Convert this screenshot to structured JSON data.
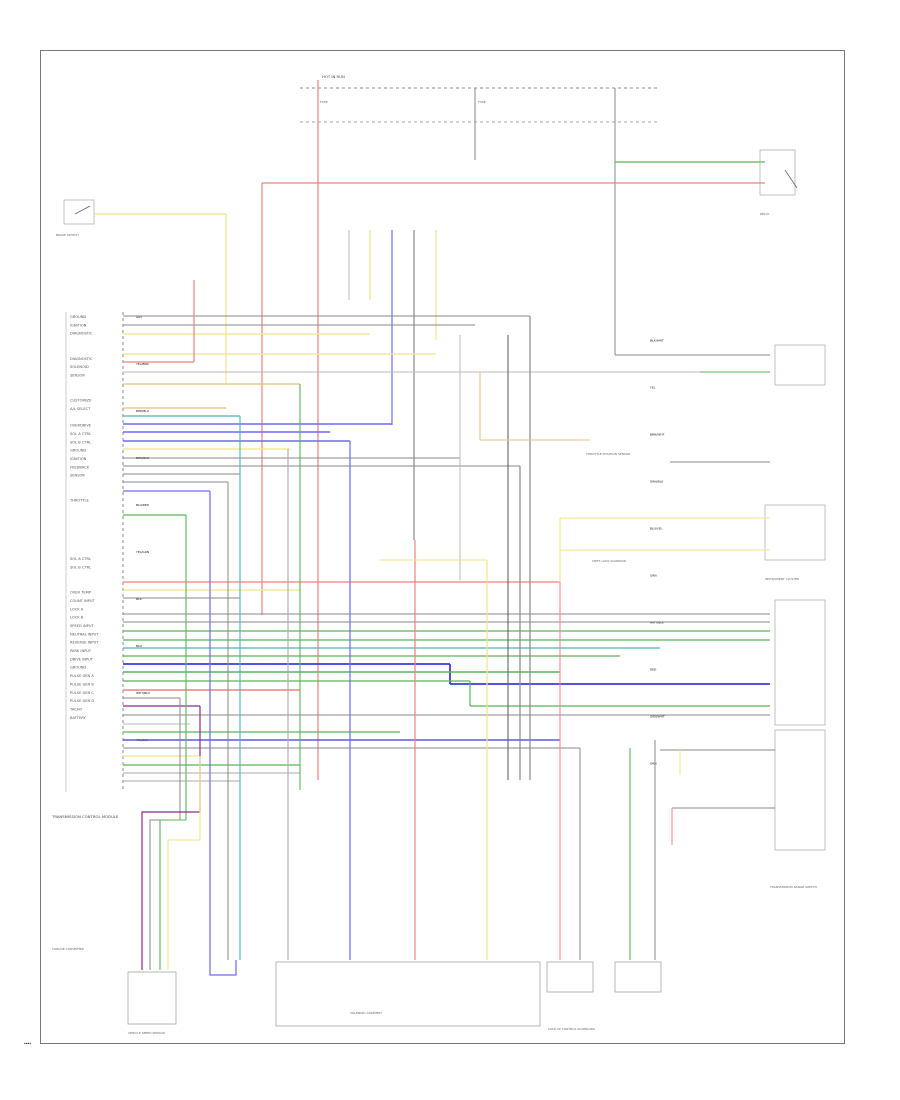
{
  "diagram": {
    "corner_mark": "▪▪▪▪",
    "ecm_pin_labels": [
      "GROUND",
      "IGNITION",
      "DIAGNOSTIC",
      "",
      "",
      "DIAGNOSTIC",
      "SOLENOID",
      "SENSOR",
      "",
      "",
      "CUSTOMIZE",
      "A/L SELECT",
      "",
      "OVERDRIVE",
      "SOL A CTRL",
      "SOL B CTRL",
      "GROUND",
      "IGNITION",
      "FEEDBACK",
      "SENSOR",
      "",
      "",
      "THROTTLE",
      "",
      "",
      "",
      "",
      "",
      "",
      "SOL A CTRL",
      "SOL B CTRL",
      "",
      "",
      "OVER TEMP",
      "COUNT INPUT",
      "LOCK A",
      "LOCK B",
      "SPEED INPUT",
      "NEUTRAL INPUT",
      "REVERSE INPUT",
      "PARK INPUT",
      "DRIVE INPUT",
      "GROUND",
      "PULSE GEN A",
      "PULSE GEN B",
      "PULSE GEN C",
      "PULSE GEN D",
      "TACHO",
      "BATTERY"
    ],
    "wire_labels": [
      "GRY",
      "BLK/WHT",
      "YEL/BRN",
      "YEL",
      "RED/BLU",
      "BRN/WHT",
      "BRN/BLK",
      "GRN/BLK",
      "BLU/RED",
      "BLU/YEL",
      "YEL/GRN",
      "GRN",
      "BLK",
      "WHT/BLK",
      "BLU",
      "RED",
      "WHT/BLU",
      "GRN/WHT",
      "YEL/BLK",
      "ORN"
    ],
    "components": [
      {
        "key": "fuse_box",
        "text": "HOT IN RUN"
      },
      {
        "key": "fuse_left",
        "text": "FUSE"
      },
      {
        "key": "fuse_right",
        "text": "FUSE"
      },
      {
        "key": "relay_top",
        "text": "RELAY"
      },
      {
        "key": "ecm",
        "text": "TRANSMISSION CONTROL MODULE"
      },
      {
        "key": "brake_switch",
        "text": "BRAKE SWITCH"
      },
      {
        "key": "throttle_sensor",
        "text": "THROTTLE POSITION SENSOR"
      },
      {
        "key": "shift_lock",
        "text": "SHIFT LOCK SOLENOID"
      },
      {
        "key": "cluster",
        "text": "INSTRUMENT CLUSTER"
      },
      {
        "key": "range_switch",
        "text": "TRANSMISSION RANGE SWITCH"
      },
      {
        "key": "solenoid_assembly",
        "text": "SOLENOID ASSEMBLY"
      },
      {
        "key": "lockup_solenoids",
        "text": "LOCK-UP CONTROL SOLENOIDS"
      },
      {
        "key": "speed_sensor",
        "text": "VEHICLE SPEED SENSOR"
      },
      {
        "key": "converter",
        "text": "TORQUE CONVERTER"
      }
    ]
  }
}
